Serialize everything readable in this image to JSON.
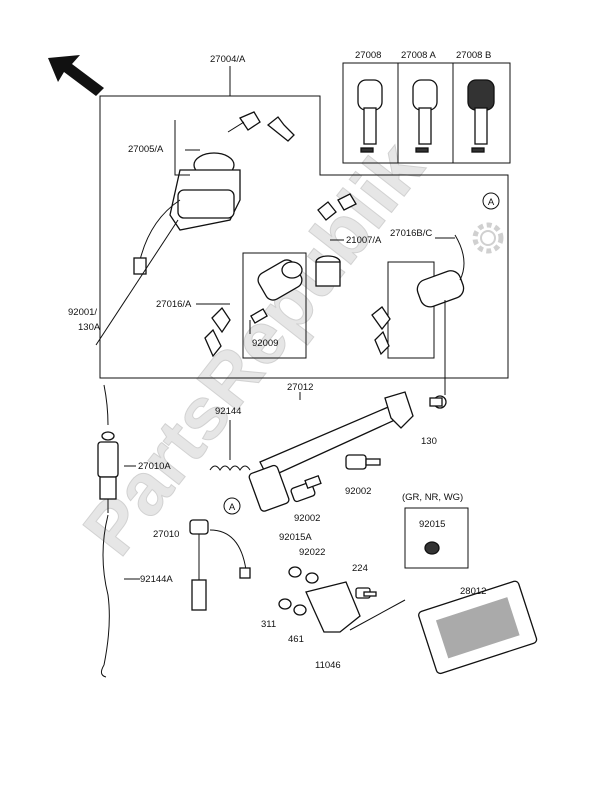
{
  "watermark": "PartsRepublik",
  "labels": {
    "l27004A": "27004/A",
    "l27005A": "27005/A",
    "l27008": "27008",
    "l27008A": "27008 A",
    "l27008B": "27008 B",
    "l21007A": "21007/A",
    "l27016BC": "27016B/C",
    "l27016A": "27016/A",
    "l92009": "92009",
    "l92001": "92001/",
    "l130A": "130A",
    "l27012": "27012",
    "l92144": "92144",
    "l27010A": "27010A",
    "l92002a": "92002",
    "l92002b": "92002",
    "l130": "130",
    "lGR": "(GR, NR, WG)",
    "l92015": "92015",
    "l92015A": "92015A",
    "l92022": "92022",
    "l224": "224",
    "l27010": "27010",
    "l92144A": "92144A",
    "l311": "311",
    "l461": "461",
    "l11046": "11046",
    "l28012": "28012",
    "calloutA1": "A",
    "calloutA2": "A"
  },
  "icons": {
    "arrow": "direction-arrow-icon",
    "gear": "gear-icon"
  }
}
